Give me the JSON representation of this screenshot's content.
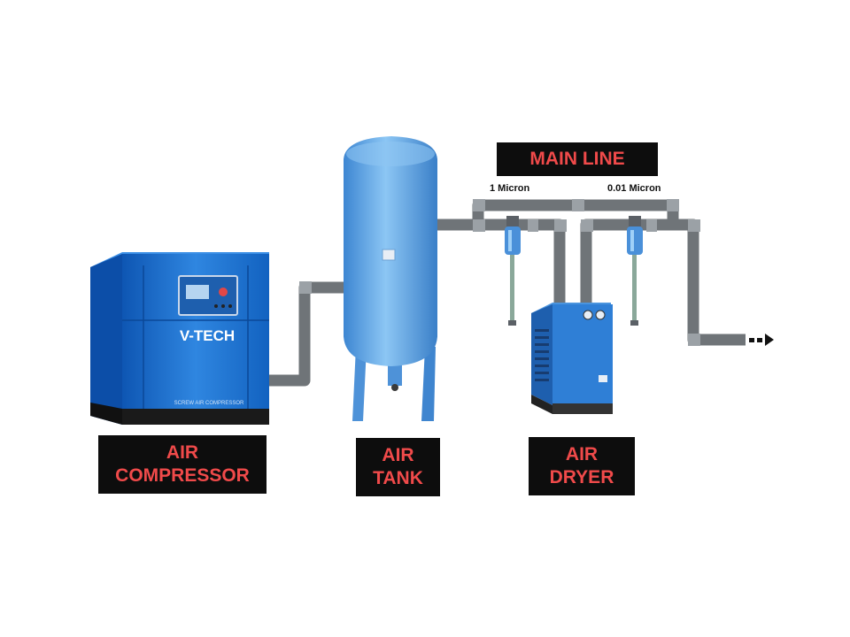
{
  "diagram": {
    "labels": {
      "compressor": [
        "AIR",
        "COMPRESSOR"
      ],
      "tank": [
        "AIR",
        "TANK"
      ],
      "dryer": [
        "AIR",
        "DRYER"
      ],
      "main_line": "MAIN LINE"
    },
    "filters": {
      "first": "1 Micron",
      "second": "0.01 Micron"
    },
    "compressor_brand": "V-TECH",
    "compressor_subtitle": "SCREW AIR COMPRESSOR",
    "colors": {
      "label_bg": "#0d0d0d",
      "label_text": "#f04a4a",
      "machine_blue": "#1a6fd0",
      "tank_blue": "#5aa4e6",
      "pipe": "#6f7478"
    }
  }
}
